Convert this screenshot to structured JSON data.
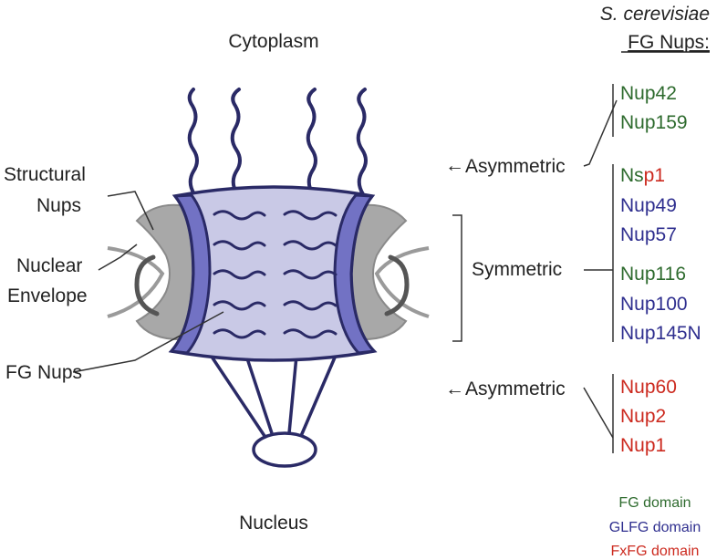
{
  "labels": {
    "cytoplasm": "Cytoplasm",
    "nucleus": "Nucleus",
    "structural_nups_line1": "Structural",
    "structural_nups_line2": "Nups",
    "nuclear_envelope_line1": "Nuclear",
    "nuclear_envelope_line2": "Envelope",
    "fg_nups": "FG Nups",
    "asymmetric_top": "Asymmetric",
    "symmetric": "Symmetric",
    "asymmetric_bottom": "Asymmetric",
    "arrow": "←"
  },
  "header": {
    "species": "S. cerevisiae",
    "subtitle": "FG Nups:"
  },
  "groups": {
    "asymmetric_top": [
      {
        "name": "Nup42",
        "domain": "FG"
      },
      {
        "name": "Nup159",
        "domain": "FG"
      }
    ],
    "symmetric": [
      {
        "name_part1": "Ns",
        "name_part2": "p1",
        "domain": "mixed"
      },
      {
        "name": "Nup49",
        "domain": "GLFG"
      },
      {
        "name": "Nup57",
        "domain": "GLFG"
      },
      {
        "name": "Nup116",
        "domain": "FG"
      },
      {
        "name": "Nup100",
        "domain": "GLFG"
      },
      {
        "name": "Nup145N",
        "domain": "GLFG"
      }
    ],
    "asymmetric_bottom": [
      {
        "name": "Nup60",
        "domain": "FxFG"
      },
      {
        "name": "Nup2",
        "domain": "FxFG"
      },
      {
        "name": "Nup1",
        "domain": "FxFG"
      }
    ]
  },
  "legend": [
    {
      "label": "FG domain",
      "color": "#2e6b2e"
    },
    {
      "label": "GLFG domain",
      "color": "#2f2f8f"
    },
    {
      "label": "FxFG domain",
      "color": "#cc2a1f"
    }
  ],
  "colors": {
    "fg": "#2e6b2e",
    "glfg": "#2f2f8f",
    "fxfg": "#cc2a1f",
    "pore_fill": "#c9c9e6",
    "pore_outline": "#2a2a66",
    "ring_fill": "#7272c4",
    "structural_fill": "#a8a8a8",
    "envelope_stroke": "#9a9a9a"
  }
}
